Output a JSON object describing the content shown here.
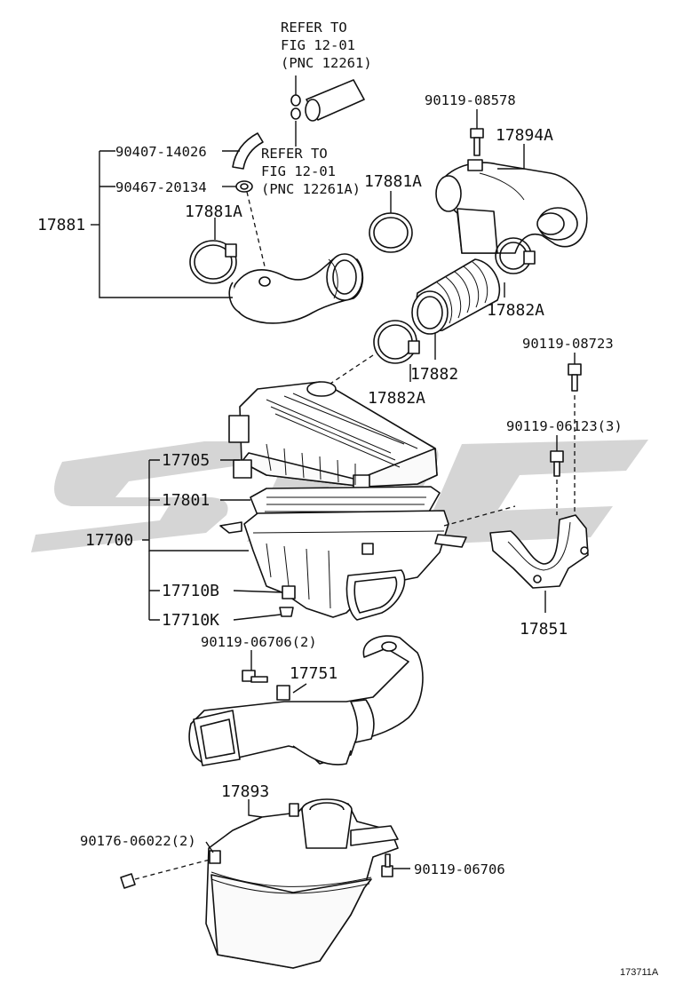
{
  "diagram": {
    "figure_id": "173711A",
    "refs": {
      "top": [
        "REFER TO",
        "FIG 12-01",
        "(PNC 12261)"
      ],
      "mid": [
        "REFER TO",
        "FIG 12-01",
        "(PNC 12261A)"
      ]
    },
    "labels": {
      "p90119_08578": "90119-08578",
      "p17894A": "17894A",
      "p90407_14026": "90407-14026",
      "p90467_20134": "90467-20134",
      "p17881A_a": "17881A",
      "p17881": "17881",
      "p17881A_b": "17881A",
      "p17882A_a": "17882A",
      "p17882": "17882",
      "p17882A_b": "17882A",
      "p90119_08723": "90119-08723",
      "p90119_06123": "90119-06123(3)",
      "p17705": "17705",
      "p17801": "17801",
      "p17700": "17700",
      "p17710B": "17710B",
      "p17710K": "17710K",
      "p17851": "17851",
      "p90119_06706_2": "90119-06706(2)",
      "p17751": "17751",
      "p17893": "17893",
      "p90176_06022": "90176-06022(2)",
      "p90119_06706": "90119-06706"
    },
    "colors": {
      "line": "#111111",
      "watermark": "#c9c9c9",
      "background": "#ffffff"
    }
  }
}
